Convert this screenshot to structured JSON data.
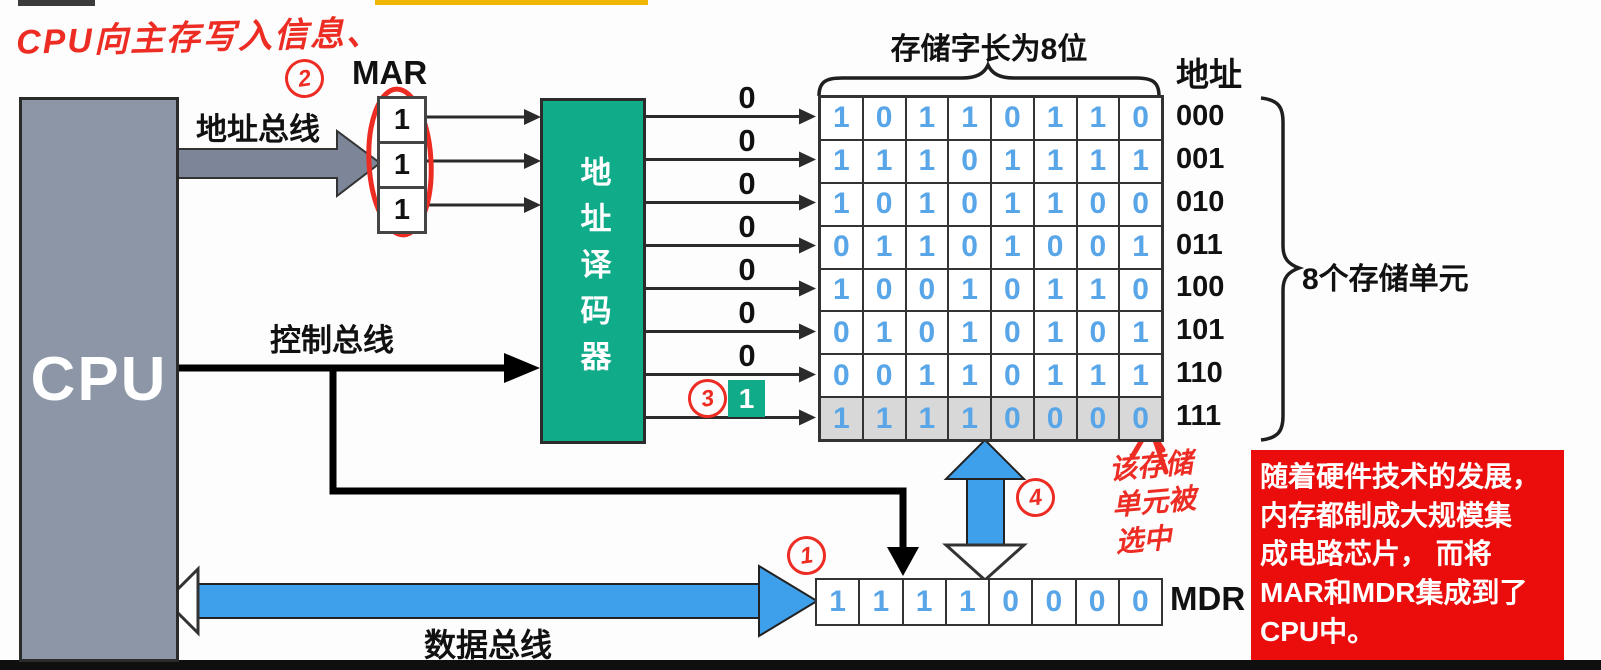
{
  "cpu": {
    "label": "CPU"
  },
  "buses": {
    "address": "地址总线",
    "control": "控制总线",
    "data": "数据总线"
  },
  "mar": {
    "label": "MAR",
    "bits": [
      "1",
      "1",
      "1"
    ]
  },
  "decoder": {
    "label": "地址译码器",
    "outputs": [
      {
        "value": "0",
        "selected": false
      },
      {
        "value": "0",
        "selected": false
      },
      {
        "value": "0",
        "selected": false
      },
      {
        "value": "0",
        "selected": false
      },
      {
        "value": "0",
        "selected": false
      },
      {
        "value": "0",
        "selected": false
      },
      {
        "value": "0",
        "selected": false
      },
      {
        "value": "1",
        "selected": true
      }
    ]
  },
  "memory": {
    "word_length_label": "存储字长为8位",
    "address_header": "地址",
    "units_label": "8个存储单元",
    "rows": [
      {
        "address": "000",
        "bits": [
          "1",
          "0",
          "1",
          "1",
          "0",
          "1",
          "1",
          "0"
        ],
        "selected": false
      },
      {
        "address": "001",
        "bits": [
          "1",
          "1",
          "1",
          "0",
          "1",
          "1",
          "1",
          "1"
        ],
        "selected": false
      },
      {
        "address": "010",
        "bits": [
          "1",
          "0",
          "1",
          "0",
          "1",
          "1",
          "0",
          "0"
        ],
        "selected": false
      },
      {
        "address": "011",
        "bits": [
          "0",
          "1",
          "1",
          "0",
          "1",
          "0",
          "0",
          "1"
        ],
        "selected": false
      },
      {
        "address": "100",
        "bits": [
          "1",
          "0",
          "0",
          "1",
          "0",
          "1",
          "1",
          "0"
        ],
        "selected": false
      },
      {
        "address": "101",
        "bits": [
          "0",
          "1",
          "0",
          "1",
          "0",
          "1",
          "0",
          "1"
        ],
        "selected": false
      },
      {
        "address": "110",
        "bits": [
          "0",
          "0",
          "1",
          "1",
          "0",
          "1",
          "1",
          "1"
        ],
        "selected": false
      },
      {
        "address": "111",
        "bits": [
          "1",
          "1",
          "1",
          "1",
          "0",
          "0",
          "0",
          "0"
        ],
        "selected": true
      }
    ]
  },
  "mdr": {
    "label": "MDR",
    "bits": [
      "1",
      "1",
      "1",
      "1",
      "0",
      "0",
      "0",
      "0"
    ]
  },
  "info_box": {
    "text": "随着硬件技术的发展，\n内存都制成大规模集\n成电路芯片， 而将\nMAR和MDR集成到了\nCPU中。"
  },
  "annotations": {
    "write_note": "CPU向主存写入信息、",
    "selected_note": "该存储\n单元被\n选中",
    "step1": "1",
    "step2": "2",
    "step3": "3",
    "step4": "4"
  },
  "colors": {
    "cpu_gray": "#8C96A6",
    "decoder_green": "#10AB89",
    "bus_blue": "#3EA0EA",
    "bit_blue": "#58A5E8",
    "annotation_red": "#ED2C24",
    "info_red": "#EA0D0C",
    "highlight_yellow": "#F2B705",
    "selected_row_gray": "#D8D8D8"
  }
}
